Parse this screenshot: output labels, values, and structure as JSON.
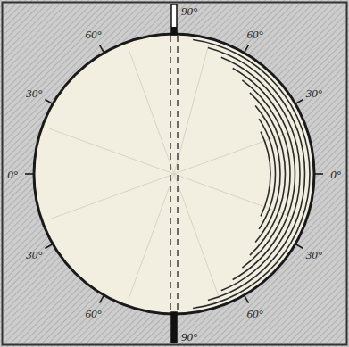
{
  "diagram": {
    "labels": [
      "90°",
      "60°",
      "60°",
      "30°",
      "30°",
      "0°",
      "0°",
      "30°",
      "30°",
      "60°",
      "60°",
      "90°"
    ]
  }
}
